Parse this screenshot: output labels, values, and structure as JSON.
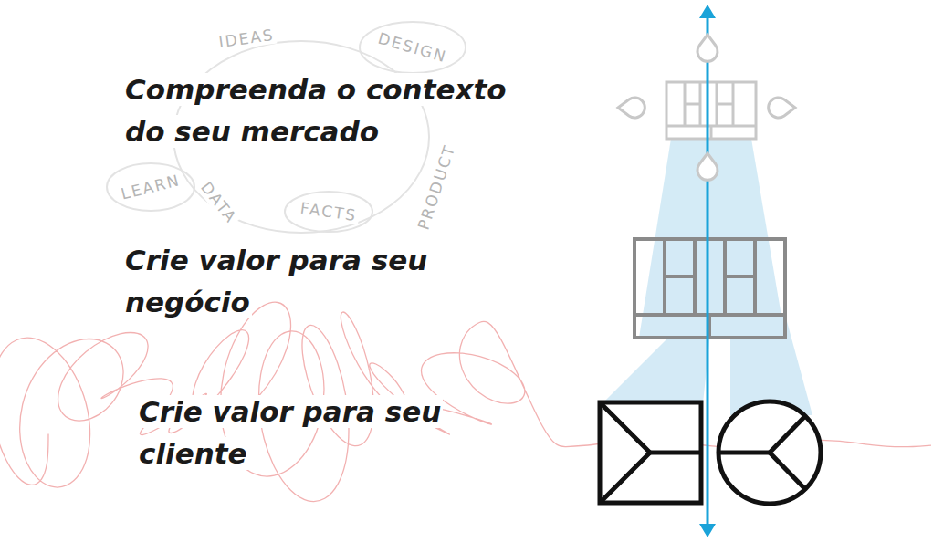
{
  "diagram": {
    "labels": [
      "Compreenda o contexto do seu mercado",
      "Crie valor para seu negócio",
      "Crie valor para seu cliente",
      "IDEAS",
      "DESIGN",
      "PRODUCT",
      "FACTS",
      "DATA",
      "LEARN"
    ]
  }
}
